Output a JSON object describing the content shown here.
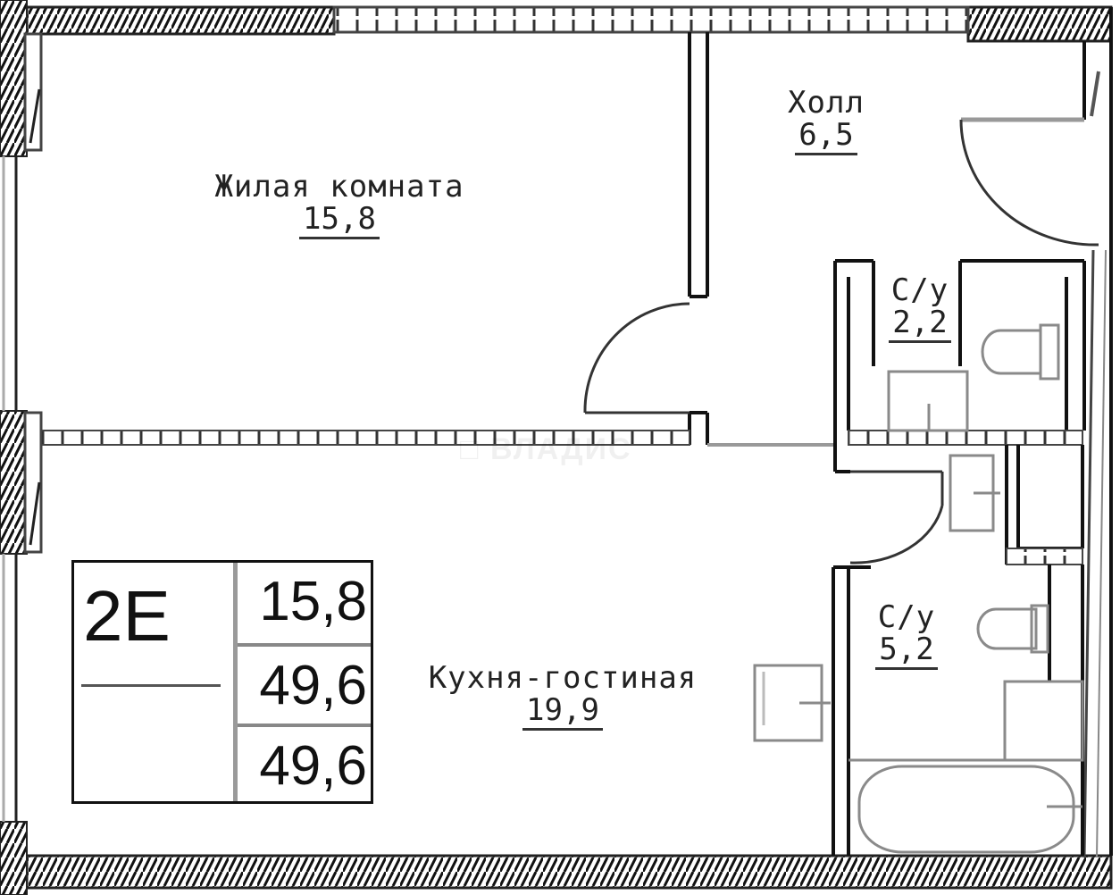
{
  "plan": {
    "colors": {
      "wall": "#111111",
      "fixture": "#8a8a8a",
      "background": "#ffffff"
    }
  },
  "rooms": [
    {
      "id": "living-room",
      "name": "Жилая комната",
      "area": "15,8"
    },
    {
      "id": "hall",
      "name": "Холл",
      "area": "6,5"
    },
    {
      "id": "bathroom-small",
      "name": "С/у",
      "area": "2,2"
    },
    {
      "id": "bathroom-large",
      "name": "С/у",
      "area": "5,2"
    },
    {
      "id": "kitchen-living",
      "name": "Кухня-гостиная",
      "area": "19,9"
    }
  ],
  "stamp": {
    "apartment_code": "2E",
    "living_area": "15,8",
    "total_area": "49,6",
    "total_area_with_balcony": "49,6"
  },
  "watermark": {
    "text": "ВЛАДИС",
    "icon": "lock-icon"
  }
}
